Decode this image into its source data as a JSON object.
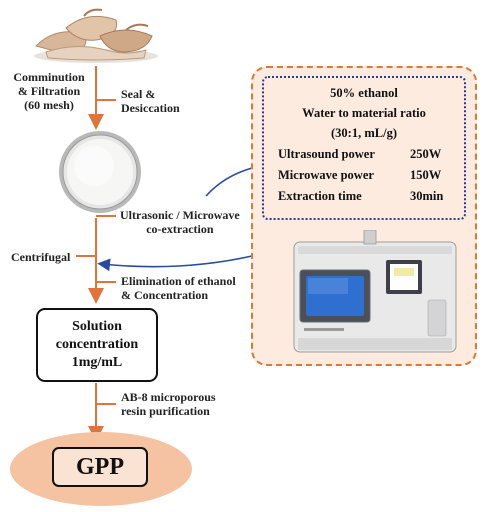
{
  "steps": {
    "comminution": [
      "Comminution",
      "& Filtration",
      "(60 mesh)"
    ],
    "seal": [
      "Seal &",
      "Desiccation"
    ],
    "ultrasonic": [
      "Ultrasonic / Microwave",
      "co-extraction"
    ],
    "centrifugal": "Centrifugal",
    "elimination": [
      "Elimination of ethanol",
      "& Concentration"
    ],
    "ab8": [
      "AB-8 microporous",
      "resin purification"
    ]
  },
  "solution": [
    "Solution",
    "concentration",
    "1mg/mL"
  ],
  "product": "GPP",
  "parameters": {
    "ethanol": "50% ethanol",
    "ratio_label": "Water to material ratio",
    "ratio_value": "(30:1, mL/g)",
    "ultrasound": [
      "Ultrasound power",
      "250W"
    ],
    "microwave": [
      "Microwave power",
      "150W"
    ],
    "time": [
      "Extraction time",
      "30min"
    ]
  },
  "colors": {
    "arrow": "#e0743a",
    "panel_border": "#d9793a",
    "panel_fill": "#fdebe0",
    "param_border": "#2f3a8f",
    "connector": "#2a4aa0",
    "gpp_ellipse": "#f5c3a2"
  }
}
